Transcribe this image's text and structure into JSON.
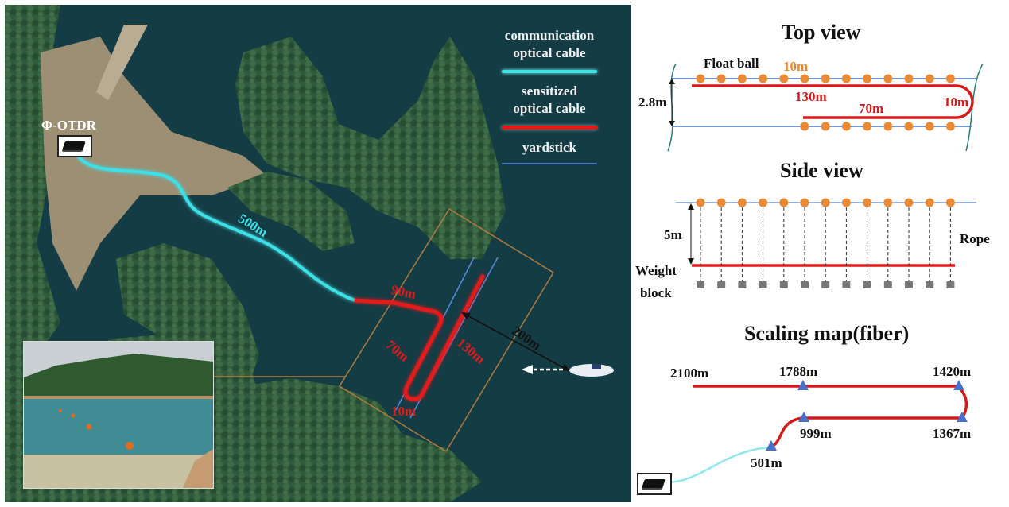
{
  "map": {
    "device_label": "Φ-OTDR",
    "legend": {
      "communication": "communication\noptical cable",
      "communication_line1": "communication",
      "communication_line2": "optical cable",
      "sensitized_line1": "sensitized",
      "sensitized_line2": "optical cable",
      "yardstick": "yardstick",
      "colors": {
        "communication": "#3ee0e6",
        "sensitized": "#e01a1a",
        "yardstick": "#4a78c8"
      }
    },
    "cable_labels": {
      "communication_length": "500m",
      "segment_90": "90m",
      "segment_70": "70m",
      "segment_130": "130m",
      "segment_10": "10m",
      "boat_distance": "200m"
    }
  },
  "top_view": {
    "title": "Top view",
    "float_ball_label": "Float ball",
    "spacing_label": "10m",
    "width_label": "2.8m",
    "segment_130": "130m",
    "segment_70": "70m",
    "segment_10": "10m",
    "top_balls": 13,
    "bottom_balls": 8
  },
  "side_view": {
    "title": "Side view",
    "depth_label": "5m",
    "rope_label": "Rope",
    "weight_label_line1": "Weight",
    "weight_label_line2": "block",
    "balls": 13
  },
  "scaling_map": {
    "title": "Scaling map(fiber)",
    "markers": [
      "2100m",
      "1788m",
      "1420m",
      "1367m",
      "999m",
      "501m"
    ],
    "m2100": "2100m",
    "m1788": "1788m",
    "m1420": "1420m",
    "m1367": "1367m",
    "m999": "999m",
    "m501": "501m"
  }
}
